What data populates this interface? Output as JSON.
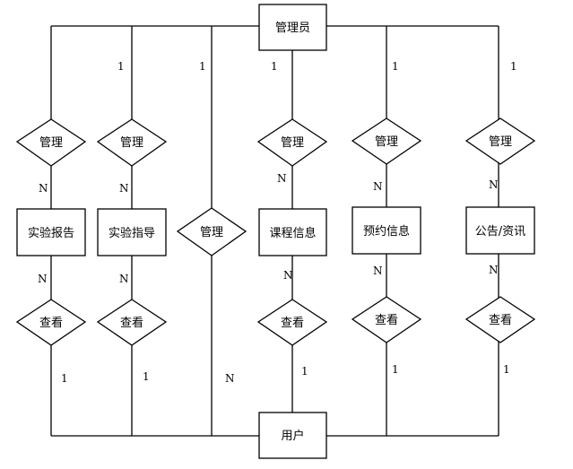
{
  "entities": {
    "admin": "管理员",
    "user": "用户",
    "report": "实验报告",
    "guide": "实验指导",
    "course": "课程信息",
    "booking": "预约信息",
    "notice": "公告/资讯"
  },
  "relations": {
    "manage_report": "管理",
    "manage_guide": "管理",
    "manage_user": "管理",
    "manage_course": "管理",
    "manage_booking": "管理",
    "manage_notice": "管理",
    "view_report": "查看",
    "view_guide": "查看",
    "view_course": "查看",
    "view_booking": "查看",
    "view_notice": "查看"
  },
  "cardinalities": {
    "guide_top": "1",
    "user_top": "1",
    "course_top": "1",
    "booking_top": "1",
    "notice_top": "1",
    "report_n1": "N",
    "guide_n1": "N",
    "course_n1": "N",
    "booking_n1": "N",
    "notice_n1": "N",
    "report_n2": "N",
    "guide_n2": "N",
    "course_n2": "N",
    "booking_n2": "N",
    "notice_n2": "N",
    "report_bottom": "1",
    "guide_bottom": "1",
    "user_bottom": "N",
    "course_bottom": "1",
    "booking_bottom": "1",
    "notice_bottom": "1"
  }
}
